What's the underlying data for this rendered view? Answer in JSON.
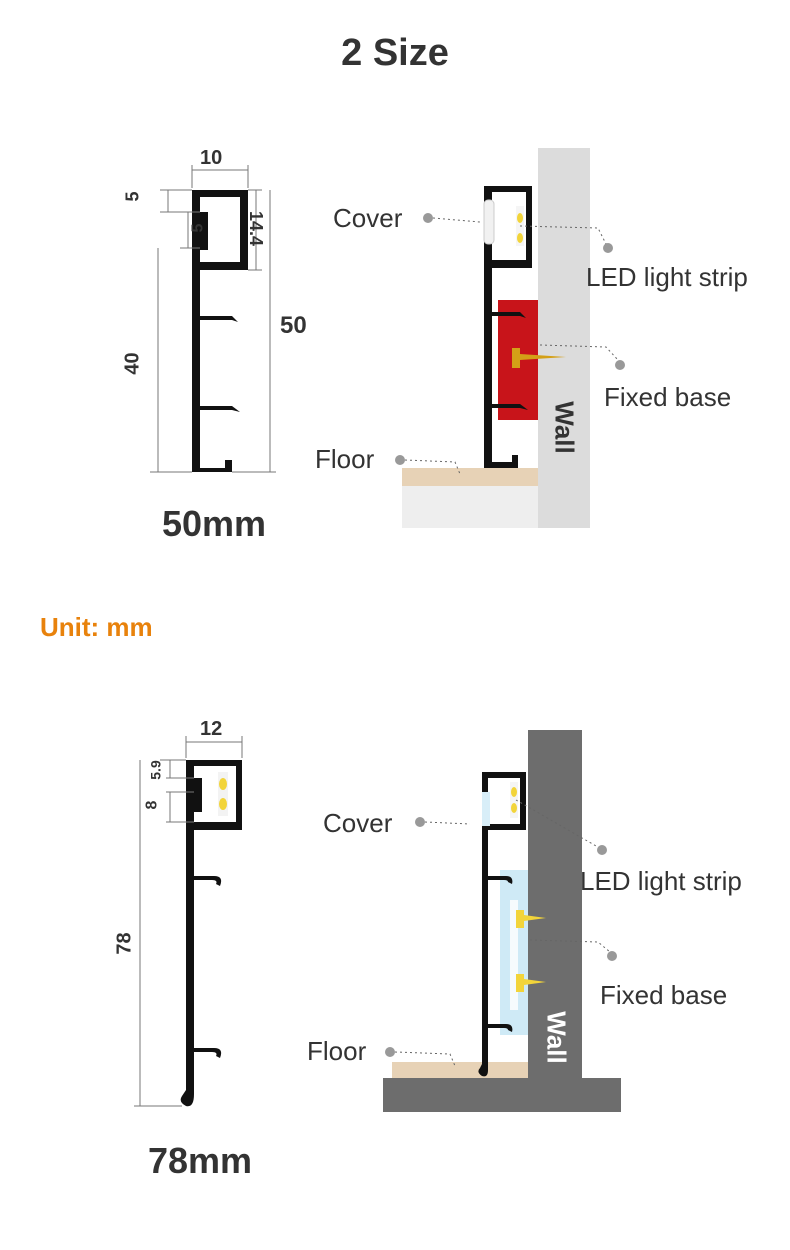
{
  "title": "2 Size",
  "unit_label": "Unit: mm",
  "profile_50": {
    "size_label": "50mm",
    "dims": {
      "width": "10",
      "top": "5",
      "inner": "5",
      "cover": "14.4",
      "height": "50",
      "lower": "40"
    },
    "callouts": {
      "cover": "Cover",
      "led": "LED light strip",
      "fixed": "Fixed base",
      "floor": "Floor",
      "wall": "Wall"
    }
  },
  "profile_78": {
    "size_label": "78mm",
    "dims": {
      "width": "12",
      "top": "5.9",
      "inner": "8",
      "height": "78"
    },
    "callouts": {
      "cover": "Cover",
      "led": "LED light strip",
      "fixed": "Fixed base",
      "floor": "Floor",
      "wall": "Wall"
    }
  },
  "colors": {
    "profile": "#111111",
    "fixed_base_red": "#c8141a",
    "nail_gold": "#d4a017",
    "led_yellow": "#f2d43a",
    "floor_wood": "#e7d2b6",
    "wall_light": "#dcdcdc",
    "wall_dark": "#6d6d6d",
    "title_text": "#333333",
    "unit_text": "#e8820c"
  }
}
